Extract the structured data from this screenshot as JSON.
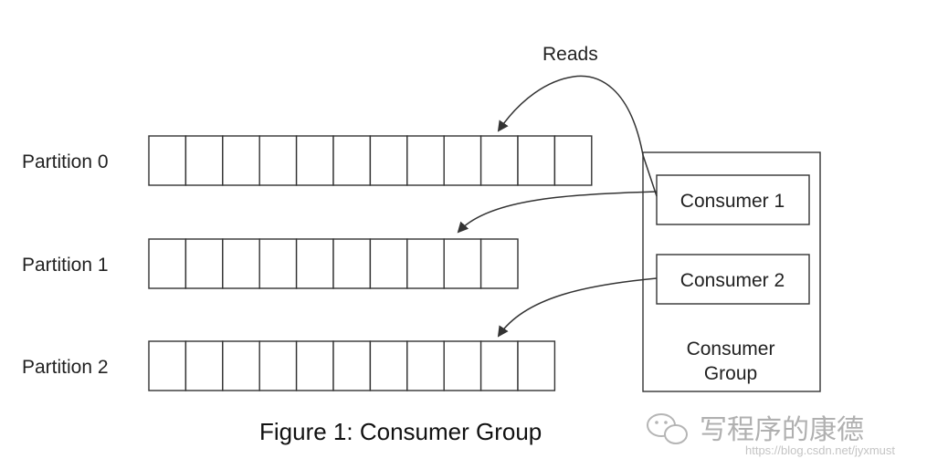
{
  "partitions": [
    {
      "label": "Partition 0",
      "cells": 12
    },
    {
      "label": "Partition 1",
      "cells": 10
    },
    {
      "label": "Partition 2",
      "cells": 11
    }
  ],
  "consumers": [
    {
      "label": "Consumer 1"
    },
    {
      "label": "Consumer 2"
    }
  ],
  "group_label_line1": "Consumer",
  "group_label_line2": "Group",
  "reads_label": "Reads",
  "caption": "Figure 1: Consumer Group",
  "watermark": {
    "text": "写程序的康德",
    "url": "https://blog.csdn.net/jyxmust"
  }
}
